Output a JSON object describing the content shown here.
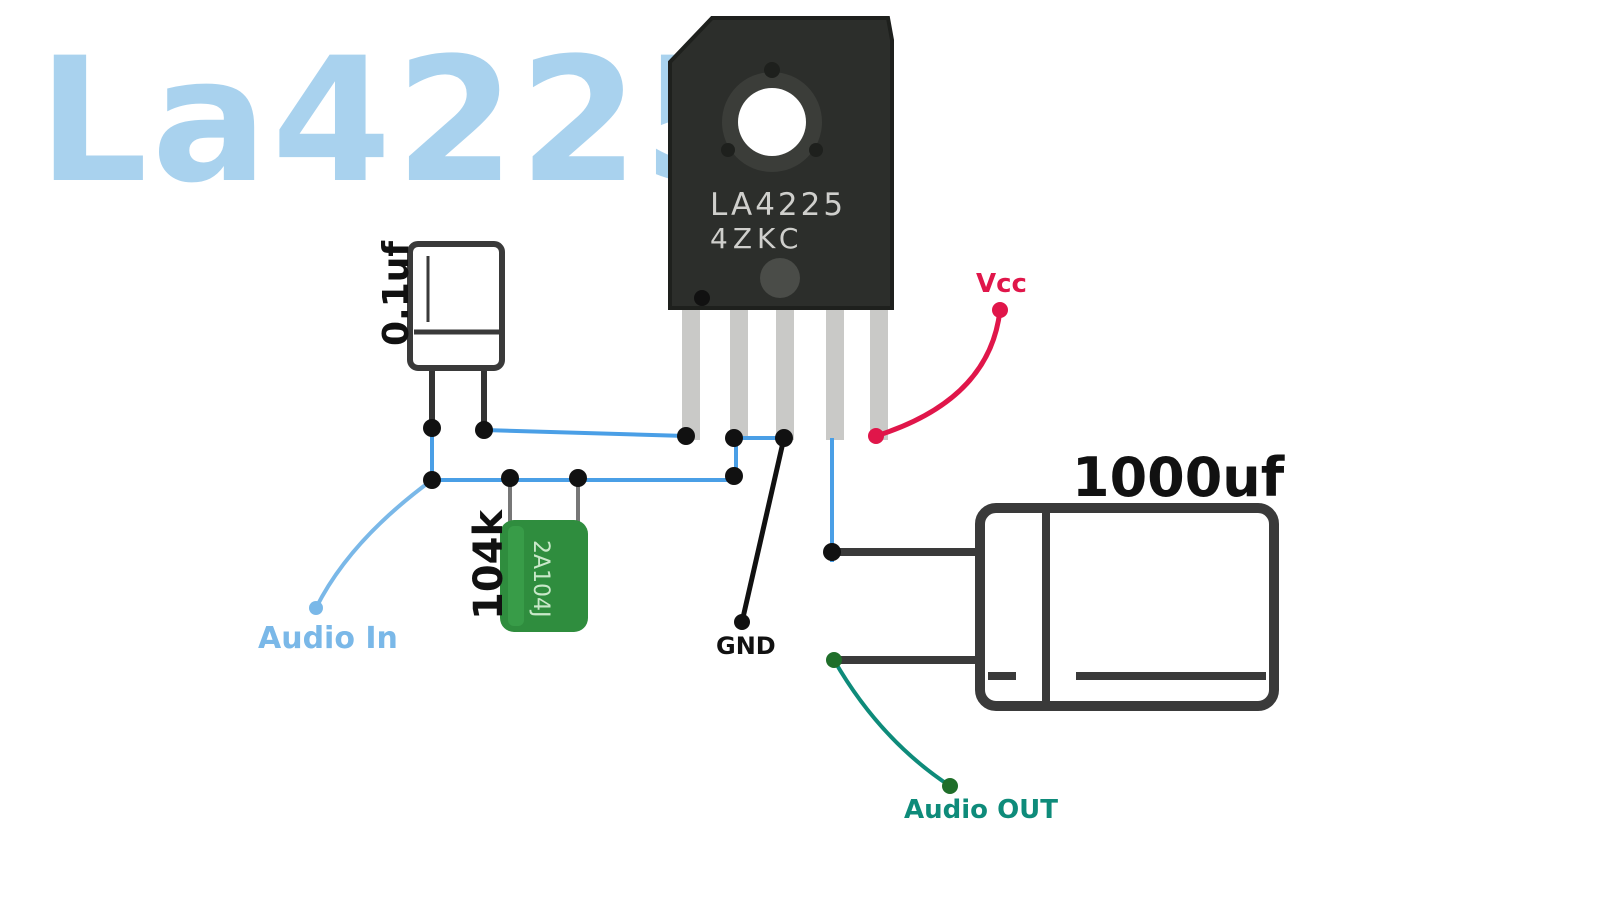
{
  "title": "La4225",
  "ic": {
    "marking_line1": "LA4225",
    "marking_line2": "4ZKC"
  },
  "components": {
    "small_cap_label": "0.1uf",
    "film_cap_label": "104k",
    "film_cap_marking": "2A104J",
    "big_cap_label": "1000uf"
  },
  "connections": {
    "vcc": "Vcc",
    "gnd": "GND",
    "audio_in": "Audio In",
    "audio_out": "Audio OUT"
  },
  "colors": {
    "title": "#a9d2ee",
    "wire_blue": "#4a9fe6",
    "wire_black": "#111111",
    "vcc_red": "#e0164a",
    "audio_in_blue": "#7ab8e8",
    "audio_out_green": "#0e8b7a",
    "film_cap_green": "#2f8d3e",
    "ic_body": "#2c2e2b"
  }
}
